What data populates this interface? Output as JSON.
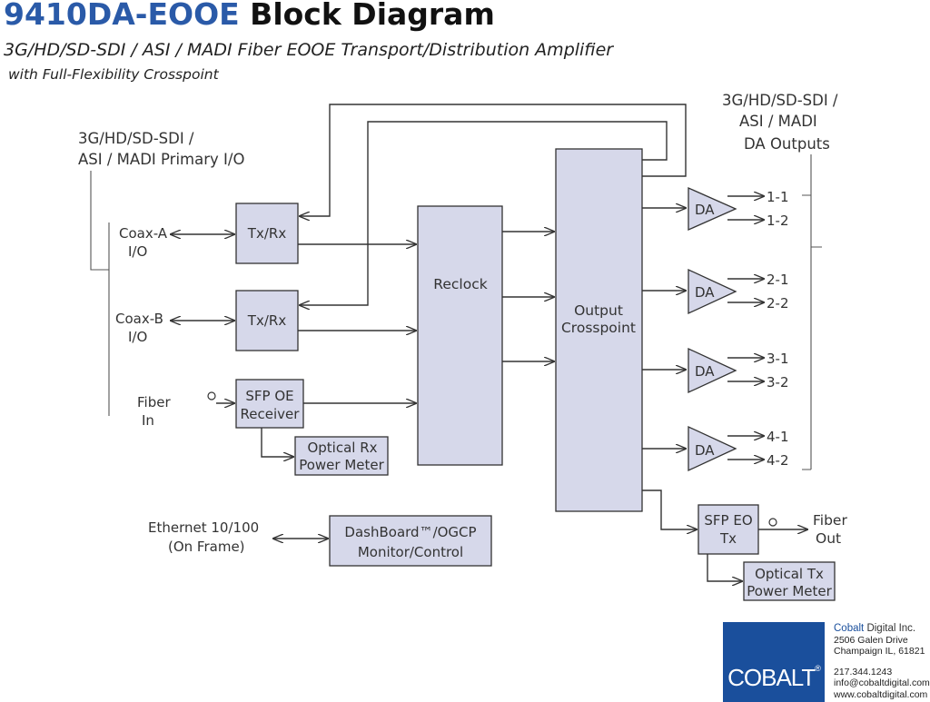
{
  "header": {
    "model": "9410DA-EOOE",
    "title_suffix": "Block Diagram",
    "subtitle": "3G/HD/SD-SDI / ASI / MADI Fiber EOOE Transport/Distribution Amplifier",
    "subtitle2": "with Full-Flexibility Crosspoint"
  },
  "labels": {
    "primary_io_1": "3G/HD/SD-SDI /",
    "primary_io_2": "ASI / MADI Primary I/O",
    "da_out_1": "3G/HD/SD-SDI /",
    "da_out_2": "ASI / MADI",
    "da_out_3": "DA Outputs",
    "coax_a_1": "Coax-A",
    "coax_a_2": "I/O",
    "coax_b_1": "Coax-B",
    "coax_b_2": "I/O",
    "fiber_in_1": "Fiber",
    "fiber_in_2": "In",
    "ethernet_1": "Ethernet 10/100",
    "ethernet_2": "(On Frame)",
    "fiber_out_1": "Fiber",
    "fiber_out_2": "Out"
  },
  "blocks": {
    "txrx_a": "Tx/Rx",
    "txrx_b": "Tx/Rx",
    "sfp_oe_1": "SFP OE",
    "sfp_oe_2": "Receiver",
    "rx_meter_1": "Optical Rx",
    "rx_meter_2": "Power Meter",
    "reclock": "Reclock",
    "crosspoint_1": "Output",
    "crosspoint_2": "Crosspoint",
    "dashboard_1": "DashBoard™/OGCP",
    "dashboard_2": "Monitor/Control",
    "sfp_eo_1": "SFP EO",
    "sfp_eo_2": "Tx",
    "tx_meter_1": "Optical Tx",
    "tx_meter_2": "Power Meter"
  },
  "amplifiers": [
    {
      "label": "DA",
      "out1": "1-1",
      "out2": "1-2"
    },
    {
      "label": "DA",
      "out1": "2-1",
      "out2": "2-2"
    },
    {
      "label": "DA",
      "out1": "3-1",
      "out2": "3-2"
    },
    {
      "label": "DA",
      "out1": "4-1",
      "out2": "4-2"
    }
  ],
  "footer": {
    "company_brand": "Cobalt",
    "company_rest": " Digital Inc.",
    "address1": "2506 Galen Drive",
    "address2": "Champaign IL, 61821",
    "phone": "217.344.1243",
    "email": "info@cobaltdigital.com",
    "web": "www.cobaltdigital.com",
    "logo": "COBALT",
    "logo_mark": "®",
    "brand_color": "#1a4f9c",
    "model_color": "#2a5aa8",
    "block_fill": "#d6d8ea"
  }
}
